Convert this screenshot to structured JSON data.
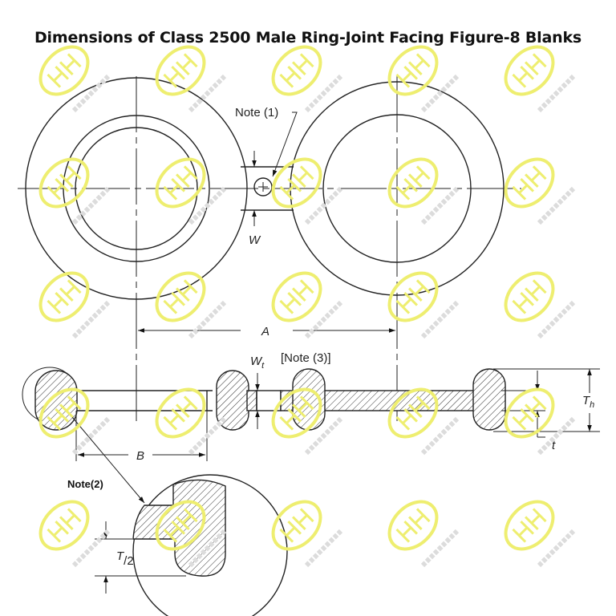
{
  "title": "Dimensions of Class 2500 Male Ring-Joint Facing Figure-8 Blanks",
  "labels": {
    "note1": "Note (1)",
    "w": "W",
    "a": "A",
    "wt": "W",
    "wt_sub": "t",
    "note3": "[Note (3)]",
    "th": "T",
    "th_sub": "h",
    "t": "t",
    "b": "B",
    "note2": "Note(2)",
    "t_half_num": "T",
    "t_half_den": "/2"
  },
  "watermark": {
    "text": "HAIHAO GROUP",
    "logo": "HH",
    "color": "#eeee70"
  }
}
